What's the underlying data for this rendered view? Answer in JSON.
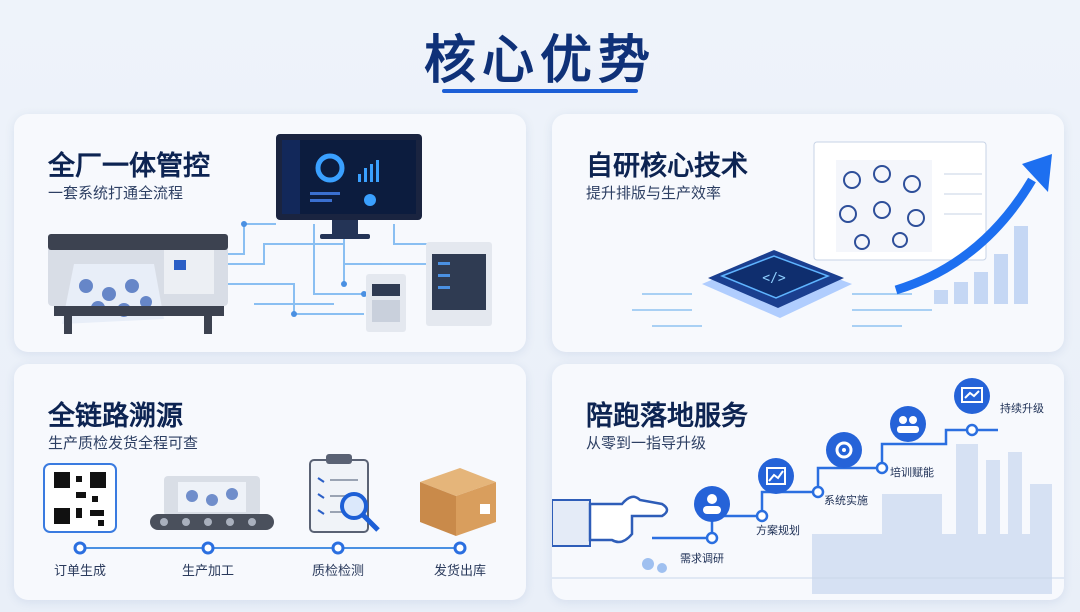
{
  "page": {
    "title": "核心优势"
  },
  "cards": {
    "factory": {
      "title": "全厂一体管控",
      "subtitle": "一套系统打通全流程"
    },
    "tech": {
      "title": "自研核心技术",
      "subtitle": "提升排版与生产效率",
      "chip_glyph": "</>"
    },
    "trace": {
      "title": "全链路溯源",
      "subtitle": "生产质检发货全程可查",
      "steps": [
        "订单生成",
        "生产加工",
        "质检检测",
        "发货出库"
      ]
    },
    "service": {
      "title": "陪跑落地服务",
      "subtitle": "从零到一指导升级",
      "stages": [
        "需求调研",
        "方案规划",
        "系统实施",
        "培训赋能",
        "持续升级"
      ]
    }
  },
  "colors": {
    "accent": "#1d5fd6",
    "title": "#0f3178",
    "card_bg": "#f7f9fd",
    "line": "#4a90e2"
  },
  "icons": [
    "monitor-icon",
    "printer-icon",
    "server-icon",
    "chip-icon",
    "growth-arrow-icon",
    "qr-code-icon",
    "conveyor-icon",
    "clipboard-magnifier-icon",
    "box-icon",
    "pointing-hand-icon",
    "user-icon",
    "chart-icon",
    "gear-icon",
    "team-icon",
    "screen-icon",
    "factory-icon"
  ]
}
